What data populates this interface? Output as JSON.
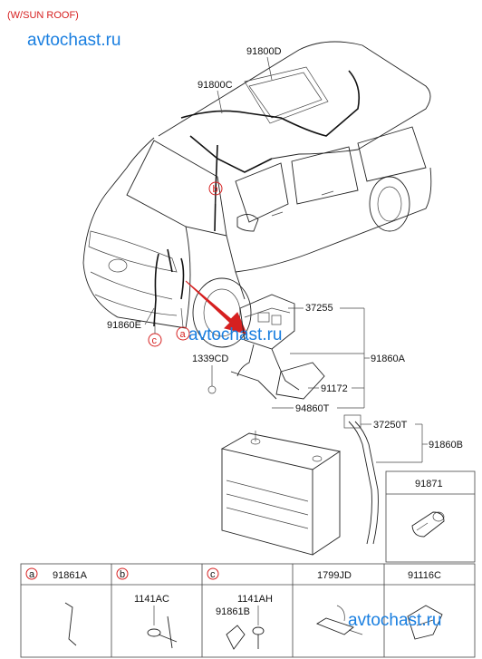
{
  "header": {
    "variant_label": "(W/SUN ROOF)",
    "watermark_top": "avtochast.ru",
    "watermark_mid": "avtochast.ru",
    "watermark_bottom": "avtochast.ru"
  },
  "callouts": {
    "p91800D": "91800D",
    "p91800C": "91800C",
    "p91860E": "91860E",
    "p37255": "37255",
    "p91860A": "91860A",
    "p1339CD": "1339CD",
    "p91172": "91172",
    "p94860T": "94860T",
    "p37250T": "37250T",
    "p91860B": "91860B",
    "p91871": "91871"
  },
  "circle_markers": {
    "a": "a",
    "b": "b",
    "c": "c"
  },
  "legend_table": {
    "cells": [
      {
        "marker": "a",
        "part": "91861A"
      },
      {
        "marker": "b",
        "part": "",
        "sub": [
          "1141AC"
        ]
      },
      {
        "marker": "c",
        "part": "",
        "sub": [
          "1141AH",
          "91861B"
        ]
      },
      {
        "marker": "",
        "part": "1799JD"
      },
      {
        "marker": "",
        "part": "91116C"
      }
    ]
  },
  "colors": {
    "marker_red": "#d62020",
    "watermark_blue": "#1a7fe0",
    "line": "#222222"
  }
}
